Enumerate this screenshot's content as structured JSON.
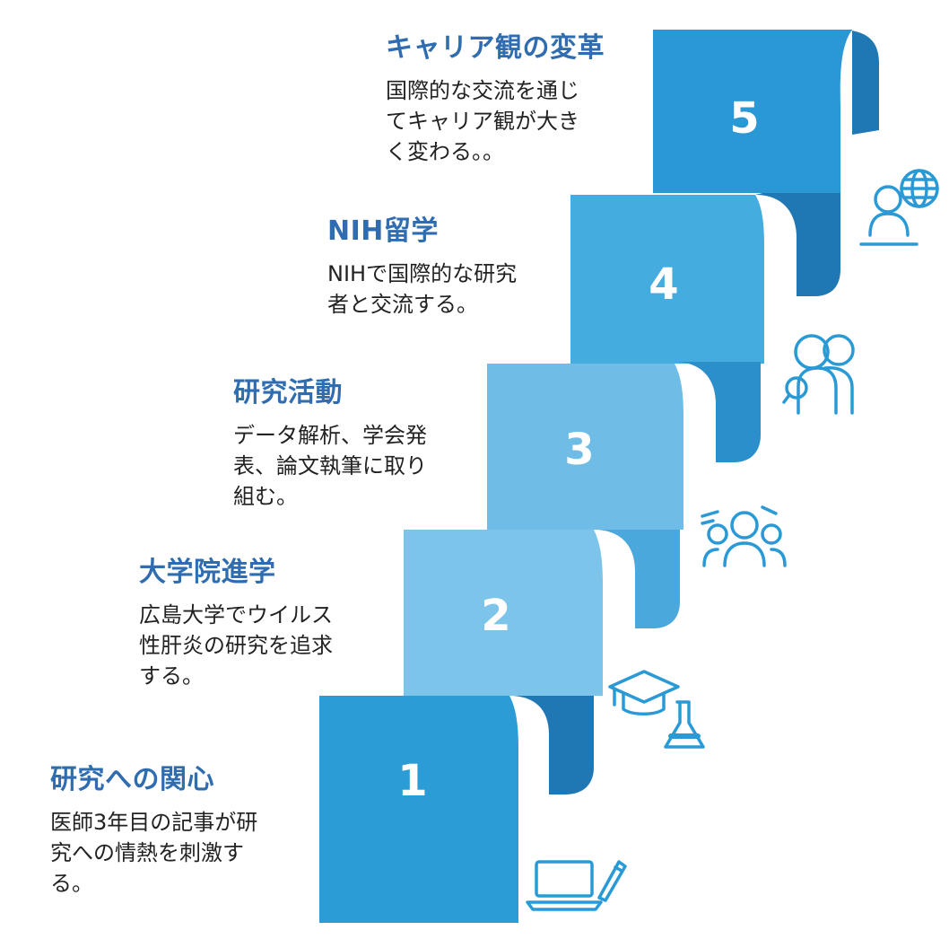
{
  "steps": [
    {
      "number": "1",
      "title": "研究への関心",
      "description": "医師3年目の記事が研\n究への情熱を刺激す\nる。",
      "icon": "laptop-pen-icon",
      "color": "#2b9cd6"
    },
    {
      "number": "2",
      "title": "大学院進学",
      "description": "広島大学でウイルス\n性肝炎の研究を追求\nする。",
      "icon": "graduation-flask-icon",
      "color": "#7cc4e9"
    },
    {
      "number": "3",
      "title": "研究活動",
      "description": "データ解析、学会発\n表、論文執筆に取り\n組む。",
      "icon": "team-icon",
      "color": "#6fbde6"
    },
    {
      "number": "4",
      "title": "NIH留学",
      "description": "NIHで国際的な研究\n者と交流する。",
      "icon": "researchers-icon",
      "color": "#45ace0"
    },
    {
      "number": "5",
      "title": "キャリア観の変革",
      "description": "国際的な交流を通じ\nてキャリア観が大き\nく変わる。。",
      "icon": "globe-person-icon",
      "color": "#2998d4"
    }
  ],
  "colors": {
    "title": "#2f6db0",
    "text": "#222222",
    "icon": "#2a9ad6",
    "fold": "#1f77b4"
  }
}
